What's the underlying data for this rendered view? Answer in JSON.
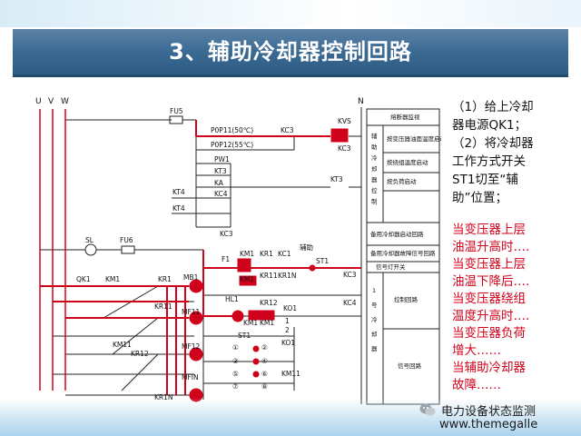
{
  "slide": {
    "title": "3、辅助冷却器控制回路",
    "colors": {
      "title_bar": "#3b6a93",
      "title_text": "#ffffff",
      "highlight": "#d0021b"
    }
  },
  "notes": {
    "black_lines": [
      "（1）给上冷却",
      "器电源QK1；",
      "（2）将冷却器",
      "工作方式开关",
      "ST1切至“辅",
      "助”位置；"
    ],
    "red_lines": [
      "当变压器上层",
      "油温升高时….",
      "当变压器上层",
      "油温下降后….",
      "当变压器绕组",
      "温度升高时….",
      "当变压器负荷",
      "增大……",
      "当辅助冷却器",
      "故障……"
    ]
  },
  "watermark": {
    "label": "电力设备状态监测",
    "icon": "wechat-icon"
  },
  "site_url": "www.themegalle",
  "diagram": {
    "buses": [
      "U",
      "V",
      "W",
      "N"
    ],
    "labels": {
      "fu5": "FU5",
      "p0p11": "P0P11(50℃)",
      "kc3_top": "KC3",
      "p0p12": "P0P12(55℃)",
      "pw1": "PW1",
      "kt3": "KT3",
      "ka": "KA",
      "kt4_a": "KT4",
      "kc4": "KC4",
      "kt4_b": "KT4",
      "kc3_mid": "KC3",
      "kt3_right": "KT3",
      "kvs": "KVS",
      "kc3_right": "KC3",
      "sl": "SL",
      "fu6": "FU6",
      "f1": "F1",
      "km1_a": "KM1",
      "kr1_a": "KR1",
      "kc1": "KC1",
      "km1_b": "KM1",
      "kr11": "KR11",
      "kr1n": "KR1N",
      "fuzhu": "辅助",
      "st1_a": "ST1",
      "kc3_b": "KC3",
      "kc4_b": "KC4",
      "hl1": "HL1",
      "kr12": "KR12",
      "ko1": "KO1",
      "km1_c": "KM1",
      "km1_d": "KM1",
      "one": "1",
      "two": "2",
      "qk1": "QK1",
      "km1_main": "KM1",
      "kr1_main": "KR1",
      "mb1": "MB1",
      "kr11_b": "KR11",
      "mf11": "MF11",
      "km11": "KM11",
      "kr12_b": "KR12",
      "mf12": "MF12",
      "mfin": "MFIN",
      "kr1n_b": "KR1N",
      "st1_b": "ST1",
      "ko1_b": "KO1",
      "km11_b": "KM11",
      "c1": "①",
      "c2": "②",
      "c3": "③",
      "c4": "④",
      "c5": "⑤",
      "c6": "⑥",
      "c7": "⑦",
      "c8": "⑧"
    },
    "table_rows": [
      "熔断器监视",
      "按变压器油面温度启动",
      "按绕组温度启动",
      "按负荷启动",
      "备用冷却器启动回路",
      "备用冷却器故障信号回路",
      "信号灯开关",
      "控制回路",
      "信号回路"
    ],
    "table_left": [
      "辅",
      "助",
      "冷",
      "却",
      "器",
      "控",
      "制"
    ],
    "table_left_b": [
      "1",
      "号",
      "冷",
      "却",
      "器"
    ]
  }
}
